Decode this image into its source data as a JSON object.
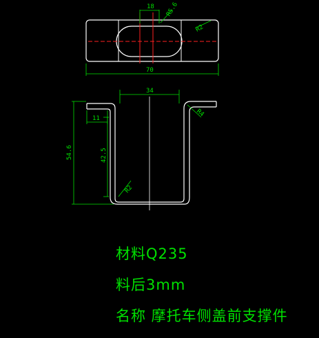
{
  "top_view": {
    "dim_slot_width": "18",
    "dim_slot_radius": "R5.6",
    "dim_corner_radius": "R2",
    "dim_total_length": "70"
  },
  "front_view": {
    "dim_inner_width": "34",
    "dim_flange": "11",
    "dim_outer_height": "54.6",
    "dim_inner_height": "42.5",
    "dim_bottom_radius": "R2",
    "dim_bend_radius": "R4"
  },
  "notes": {
    "material": "材料Q235",
    "thickness": "料后3mm",
    "name": "名称  摩托车侧盖前支撑件"
  },
  "colors": {
    "outline": "#ffffff",
    "dimension": "#00e000",
    "centerline": "#ff2020"
  }
}
